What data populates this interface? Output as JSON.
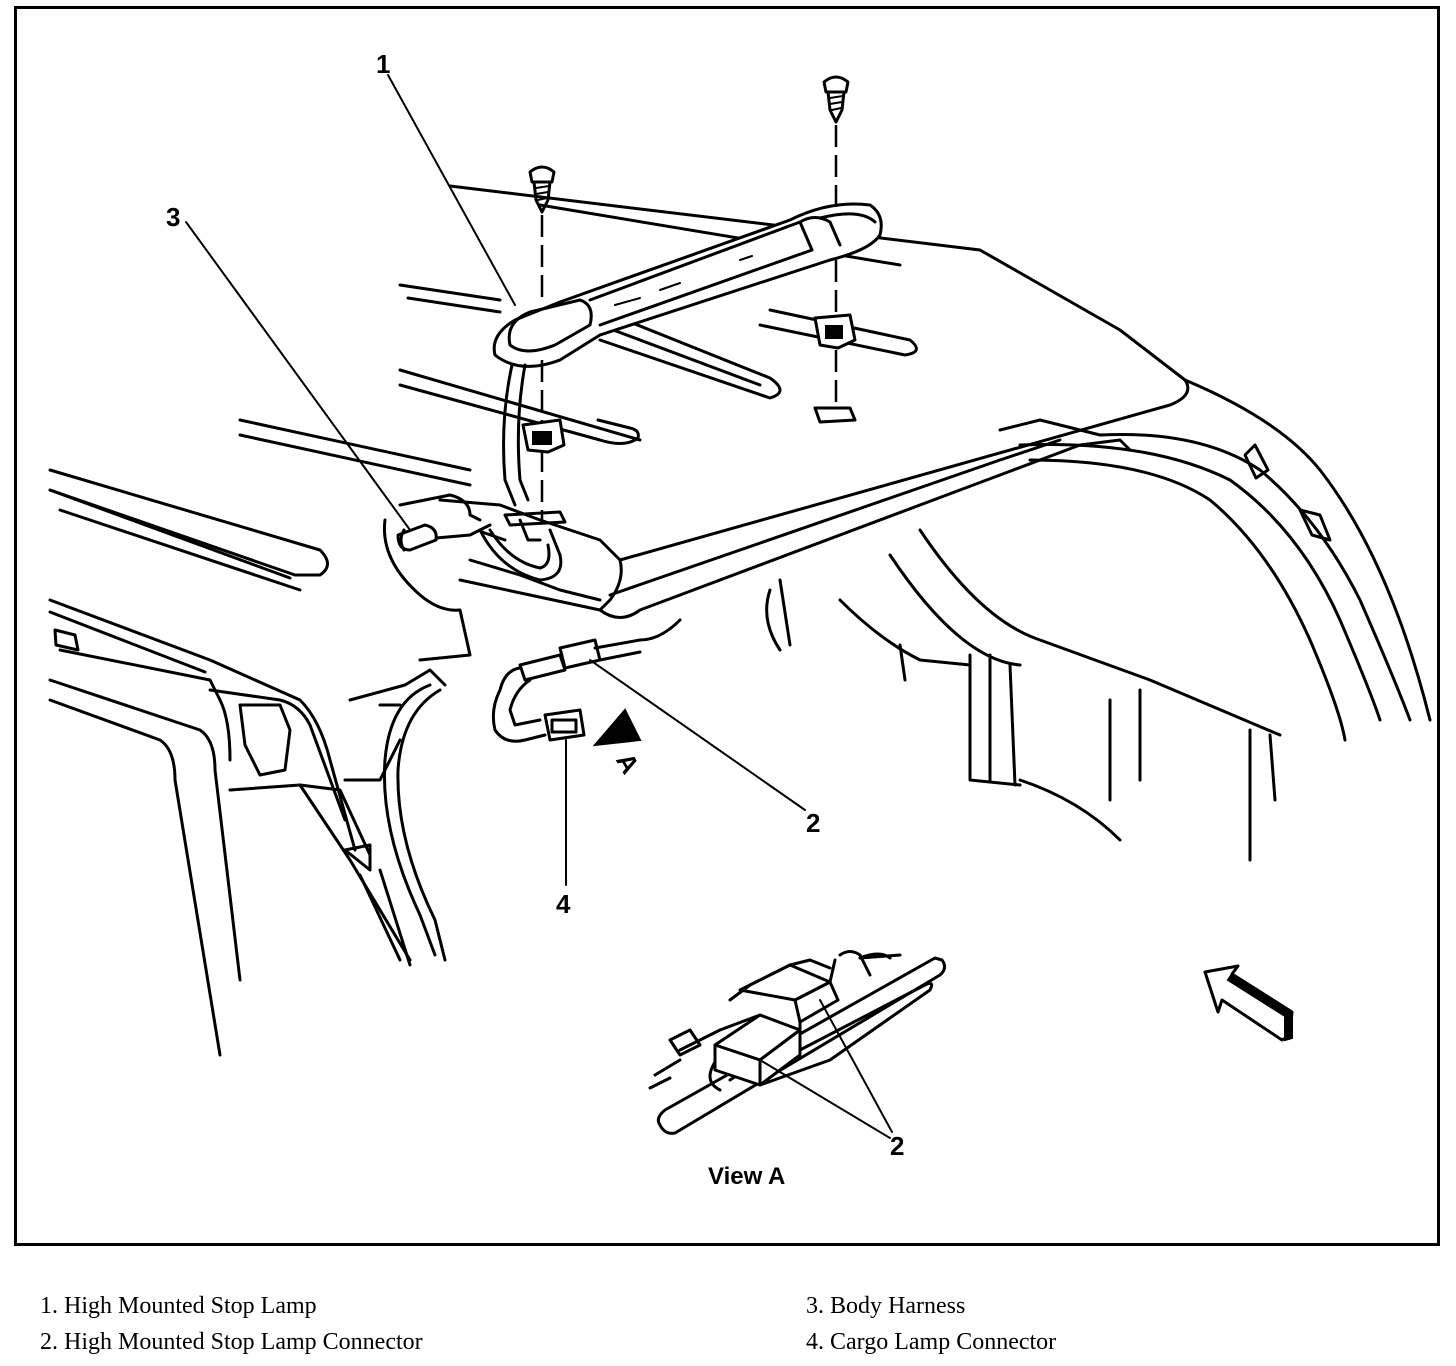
{
  "callouts": {
    "c1": "1",
    "c2": "2",
    "c3": "3",
    "c4": "4",
    "c2_view": "2",
    "view_arrow_letter": "A"
  },
  "view_label": "View A",
  "legend": {
    "left": [
      "1. High Mounted Stop Lamp",
      "2. High Mounted Stop Lamp Connector"
    ],
    "right": [
      "3. Body Harness",
      "4. Cargo Lamp Connector"
    ]
  }
}
